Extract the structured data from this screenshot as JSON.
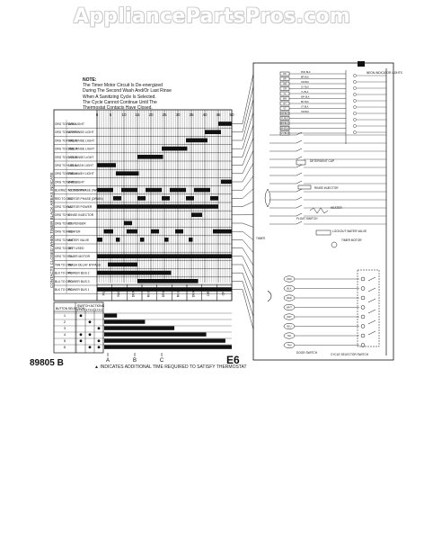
{
  "watermark": "AppliancePartsPros.com",
  "note": {
    "title": "NOTE:",
    "lines": [
      "The Timer Motor Circuit Is De-energized",
      "During The Second Wash And/Or Last Rinse",
      "When A Sanitizing Cycle Is Selected.",
      "The Cycle Cannot Continue Until The",
      "Thermostat Contacts Have Closed."
    ]
  },
  "timer_chart": {
    "time_ticks": [
      "0",
      "5",
      "10",
      "15",
      "20",
      "25",
      "30",
      "35",
      "40",
      "45",
      "50"
    ],
    "rows": [
      {
        "terminals": "ORG TO RA/BLK",
        "function": "DRY LIGHT"
      },
      {
        "terminals": "ORG TO BK/ORG",
        "function": "4TH RINSE LIGHT"
      },
      {
        "terminals": "ORG TO PK/BLK",
        "function": "3RD RINSE LIGHT"
      },
      {
        "terminals": "ORG TO OR/BLK",
        "function": "2ND RINSE LIGHT"
      },
      {
        "terminals": "ORG TO GY/BLK",
        "function": "1ST RINSE LIGHT"
      },
      {
        "terminals": "ORG TO YL/BLK",
        "function": "1ST WASH LIGHT"
      },
      {
        "terminals": "ORG TO BR/BLK",
        "function": "2ND WASH LIGHT"
      },
      {
        "terminals": "ORG TO WH/BLK",
        "function": "DRY LIGHT"
      },
      {
        "terminals": "BLK/RED TO ORG/WHT",
        "function": "MOTOR PHASE (WASH)"
      },
      {
        "terminals": "RED TO ORG",
        "function": "MOTOR PHASE (DRAIN)"
      },
      {
        "terminals": "ORG TO BLU",
        "function": "MOTOR POWER"
      },
      {
        "terminals": "ORG TO YL",
        "function": "RINSE INJECTOR"
      },
      {
        "terminals": "ORG TO VIO",
        "function": "DISPENSER"
      },
      {
        "terminals": "ORG TO RED",
        "function": "HEATER"
      },
      {
        "terminals": "ORG TO WHT",
        "function": "WATER VALVE"
      },
      {
        "terminals": "ORG TO GRY",
        "function": "NOT USED"
      },
      {
        "terminals": "ORG TO YEL",
        "function": "TIMER MOTOR"
      },
      {
        "terminals": "TAN TO ORG",
        "function": "WASH DELAY BYPASS"
      },
      {
        "terminals": "BLK TO ORG",
        "function": "POWER BUS 2"
      },
      {
        "terminals": "BLU TO ORG",
        "function": "POWER BUS 3"
      },
      {
        "terminals": "BLK TO ORG",
        "function": "POWER BUS 1"
      }
    ],
    "phases": [
      "FILL",
      "WASH",
      "DRAIN",
      "RINSE",
      "DRAIN",
      "RINSE",
      "DRAIN",
      "DRY",
      "OFF"
    ]
  },
  "button_table": {
    "header": "SWITCH ACTIONS",
    "corner": "BUTTON SELECTION",
    "columns": [
      "1 TO 1",
      "2 TO 2",
      "3 TO 3"
    ],
    "buttons": [
      "1",
      "2",
      "3",
      "4",
      "5",
      "6"
    ],
    "letters": [
      "A",
      "B",
      "C"
    ]
  },
  "part_number": "89805 B",
  "diagram_code": "E6",
  "footnote": "▲ INDICATES ADDITIONAL TIME REQUIRED TO SATISFY THERMOSTAT",
  "side_label": "CONTACTS CLOSED WHEN TIMER BLACK AREAS INDICATE",
  "schematic": {
    "connector_terminals": [
      "PK",
      "BR",
      "OR",
      "GR",
      "YL",
      "WH",
      "GY",
      "VT",
      "OR/BLK",
      "YL/BLK",
      "BR/BLK",
      "WH/BLK",
      "GY/BLK"
    ],
    "connector_labels": [
      "PNK BLK",
      "BR BLK",
      "OR BLK",
      "GY BLK",
      "YL BLK",
      "WH BLK",
      "BK BLK",
      "VT BLK",
      "OR BLK"
    ],
    "components": [
      "NEON INDICATOR LIGHTS",
      "DETERGENT CUP",
      "RINSE INJECTOR",
      "HEATER",
      "FLOAT SWITCH",
      "LOCKOUT WATER VALVE",
      "TIMER MOTOR",
      "TIMER",
      "CYCLE SELECTOR SWITCH",
      "DOOR SWITCH"
    ],
    "lower_terminals": [
      "ORG",
      "BLK",
      "RED",
      "WHT",
      "GRY",
      "BLU",
      "YEL",
      "TAN"
    ]
  }
}
